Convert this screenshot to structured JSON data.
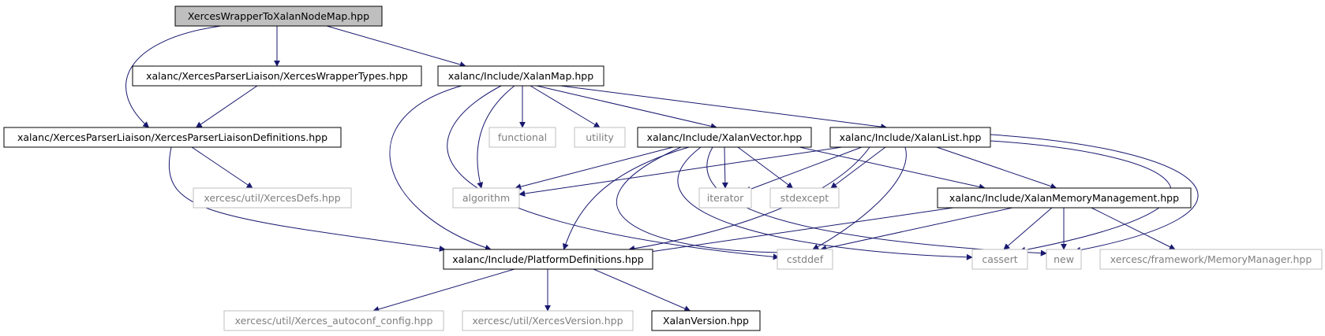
{
  "diagram": {
    "type": "include-dependency-graph",
    "colors": {
      "edge": "#191970",
      "root_fill": "#bfbfbf",
      "documented_border": "#000000",
      "external_border": "#bfbfbf",
      "external_text": "#7f7f7f",
      "documented_text": "#000000"
    },
    "nodes": [
      {
        "id": "root",
        "label": "XercesWrapperToXalanNodeMap.hpp",
        "kind": "root"
      },
      {
        "id": "wrapper_types",
        "label": "xalanc/XercesParserLiaison/XercesWrapperTypes.hpp",
        "kind": "documented"
      },
      {
        "id": "xalanmap",
        "label": "xalanc/Include/XalanMap.hpp",
        "kind": "documented"
      },
      {
        "id": "liaison_defs",
        "label": "xalanc/XercesParserLiaison/XercesParserLiaisonDefinitions.hpp",
        "kind": "documented"
      },
      {
        "id": "functional",
        "label": "functional",
        "kind": "external"
      },
      {
        "id": "utility",
        "label": "utility",
        "kind": "external"
      },
      {
        "id": "xalanvector",
        "label": "xalanc/Include/XalanVector.hpp",
        "kind": "documented"
      },
      {
        "id": "xalanlist",
        "label": "xalanc/Include/XalanList.hpp",
        "kind": "documented"
      },
      {
        "id": "xercesdefs",
        "label": "xercesc/util/XercesDefs.hpp",
        "kind": "external"
      },
      {
        "id": "algorithm",
        "label": "algorithm",
        "kind": "external"
      },
      {
        "id": "iterator",
        "label": "iterator",
        "kind": "external"
      },
      {
        "id": "stdexcept",
        "label": "stdexcept",
        "kind": "external"
      },
      {
        "id": "memmgmt",
        "label": "xalanc/Include/XalanMemoryManagement.hpp",
        "kind": "documented"
      },
      {
        "id": "platformdefs",
        "label": "xalanc/Include/PlatformDefinitions.hpp",
        "kind": "documented"
      },
      {
        "id": "cstddef",
        "label": "cstddef",
        "kind": "external"
      },
      {
        "id": "cassert",
        "label": "cassert",
        "kind": "external"
      },
      {
        "id": "new",
        "label": "new",
        "kind": "external"
      },
      {
        "id": "memorymanager",
        "label": "xercesc/framework/MemoryManager.hpp",
        "kind": "external"
      },
      {
        "id": "autoconf",
        "label": "xercesc/util/Xerces_autoconf_config.hpp",
        "kind": "external"
      },
      {
        "id": "xercesversion",
        "label": "xercesc/util/XercesVersion.hpp",
        "kind": "external"
      },
      {
        "id": "xalanversion",
        "label": "XalanVersion.hpp",
        "kind": "documented"
      }
    ],
    "edges": [
      {
        "from": "root",
        "to": "liaison_defs"
      },
      {
        "from": "root",
        "to": "wrapper_types"
      },
      {
        "from": "root",
        "to": "xalanmap"
      },
      {
        "from": "wrapper_types",
        "to": "liaison_defs"
      },
      {
        "from": "liaison_defs",
        "to": "xercesdefs"
      },
      {
        "from": "liaison_defs",
        "to": "platformdefs"
      },
      {
        "from": "xalanmap",
        "to": "functional"
      },
      {
        "from": "xalanmap",
        "to": "utility"
      },
      {
        "from": "xalanmap",
        "to": "algorithm"
      },
      {
        "from": "xalanmap",
        "to": "xalanvector"
      },
      {
        "from": "xalanmap",
        "to": "xalanlist"
      },
      {
        "from": "xalanmap",
        "to": "platformdefs"
      },
      {
        "from": "xalanmap",
        "to": "cstddef"
      },
      {
        "from": "xalanvector",
        "to": "algorithm"
      },
      {
        "from": "xalanvector",
        "to": "iterator"
      },
      {
        "from": "xalanvector",
        "to": "stdexcept"
      },
      {
        "from": "xalanvector",
        "to": "memmgmt"
      },
      {
        "from": "xalanvector",
        "to": "platformdefs"
      },
      {
        "from": "xalanvector",
        "to": "cstddef"
      },
      {
        "from": "xalanvector",
        "to": "cassert"
      },
      {
        "from": "xalanvector",
        "to": "new"
      },
      {
        "from": "xalanlist",
        "to": "algorithm"
      },
      {
        "from": "xalanlist",
        "to": "iterator"
      },
      {
        "from": "xalanlist",
        "to": "stdexcept"
      },
      {
        "from": "xalanlist",
        "to": "memmgmt"
      },
      {
        "from": "xalanlist",
        "to": "platformdefs"
      },
      {
        "from": "xalanlist",
        "to": "cstddef"
      },
      {
        "from": "xalanlist",
        "to": "cassert"
      },
      {
        "from": "xalanlist",
        "to": "new"
      },
      {
        "from": "memmgmt",
        "to": "platformdefs"
      },
      {
        "from": "memmgmt",
        "to": "cstddef"
      },
      {
        "from": "memmgmt",
        "to": "cassert"
      },
      {
        "from": "memmgmt",
        "to": "new"
      },
      {
        "from": "memmgmt",
        "to": "memorymanager"
      },
      {
        "from": "platformdefs",
        "to": "autoconf"
      },
      {
        "from": "platformdefs",
        "to": "xercesversion"
      },
      {
        "from": "platformdefs",
        "to": "xalanversion"
      }
    ]
  }
}
